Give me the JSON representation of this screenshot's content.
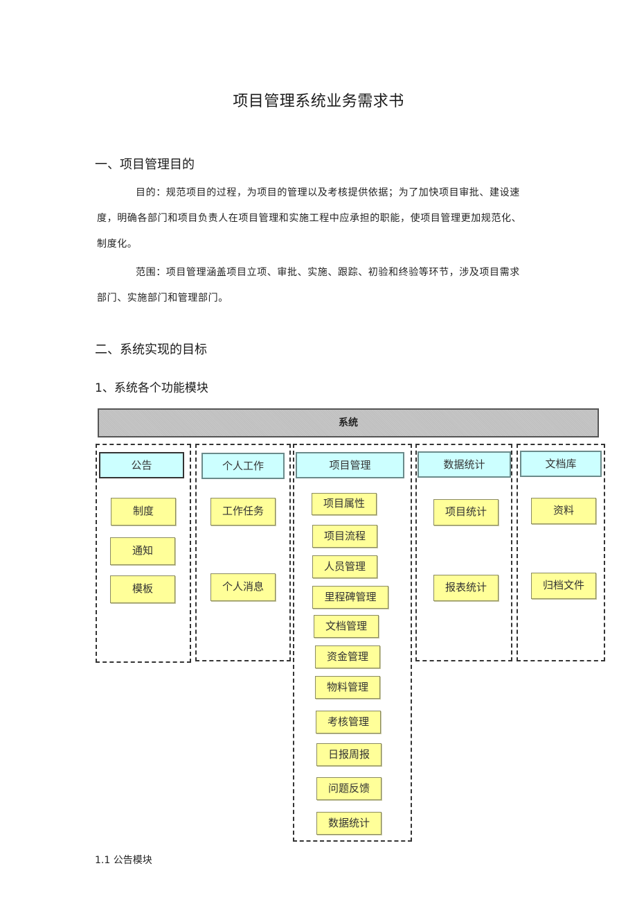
{
  "document": {
    "title": "项目管理系统业务需求书",
    "section1": {
      "heading": "一、项目管理目的",
      "purpose_lines": [
        "目的：规范项目的过程，为项目的管理以及考核提供依据；为了加快项目审批、建设速",
        "度，明确各部门和项目负责人在项目管理和实施工程中应承担的职能，使项目管理更加规范化、",
        "制度化。"
      ],
      "scope_lines": [
        "范围：项目管理涵盖项目立项、审批、实施、跟踪、初验和终验等环节，涉及项目需求",
        "部门、实施部门和管理部门。"
      ]
    },
    "section2": {
      "heading": "二、系统实现的目标",
      "sub_heading": "1、系统各个功能模块"
    },
    "footer_heading": "1.1  公告模块"
  },
  "diagram": {
    "root": "系统",
    "colors": {
      "root_bg": "#c4c4c4",
      "module_bg": "#ccffff",
      "leaf_bg": "#ffff99"
    },
    "modules": [
      {
        "name": "公告",
        "items": [
          "制度",
          "通知",
          "模板"
        ]
      },
      {
        "name": "个人工作",
        "items": [
          "工作任务",
          "个人消息"
        ]
      },
      {
        "name": "项目管理",
        "items": [
          "项目属性",
          "项目流程",
          "人员管理",
          "里程碑管理",
          "文档管理",
          "资金管理",
          "物料管理",
          "考核管理",
          "日报周报",
          "问题反馈",
          "数据统计"
        ]
      },
      {
        "name": "数据统计",
        "items": [
          "项目统计",
          "报表统计"
        ]
      },
      {
        "name": "文档库",
        "items": [
          "资料",
          "归档文件"
        ]
      }
    ]
  }
}
